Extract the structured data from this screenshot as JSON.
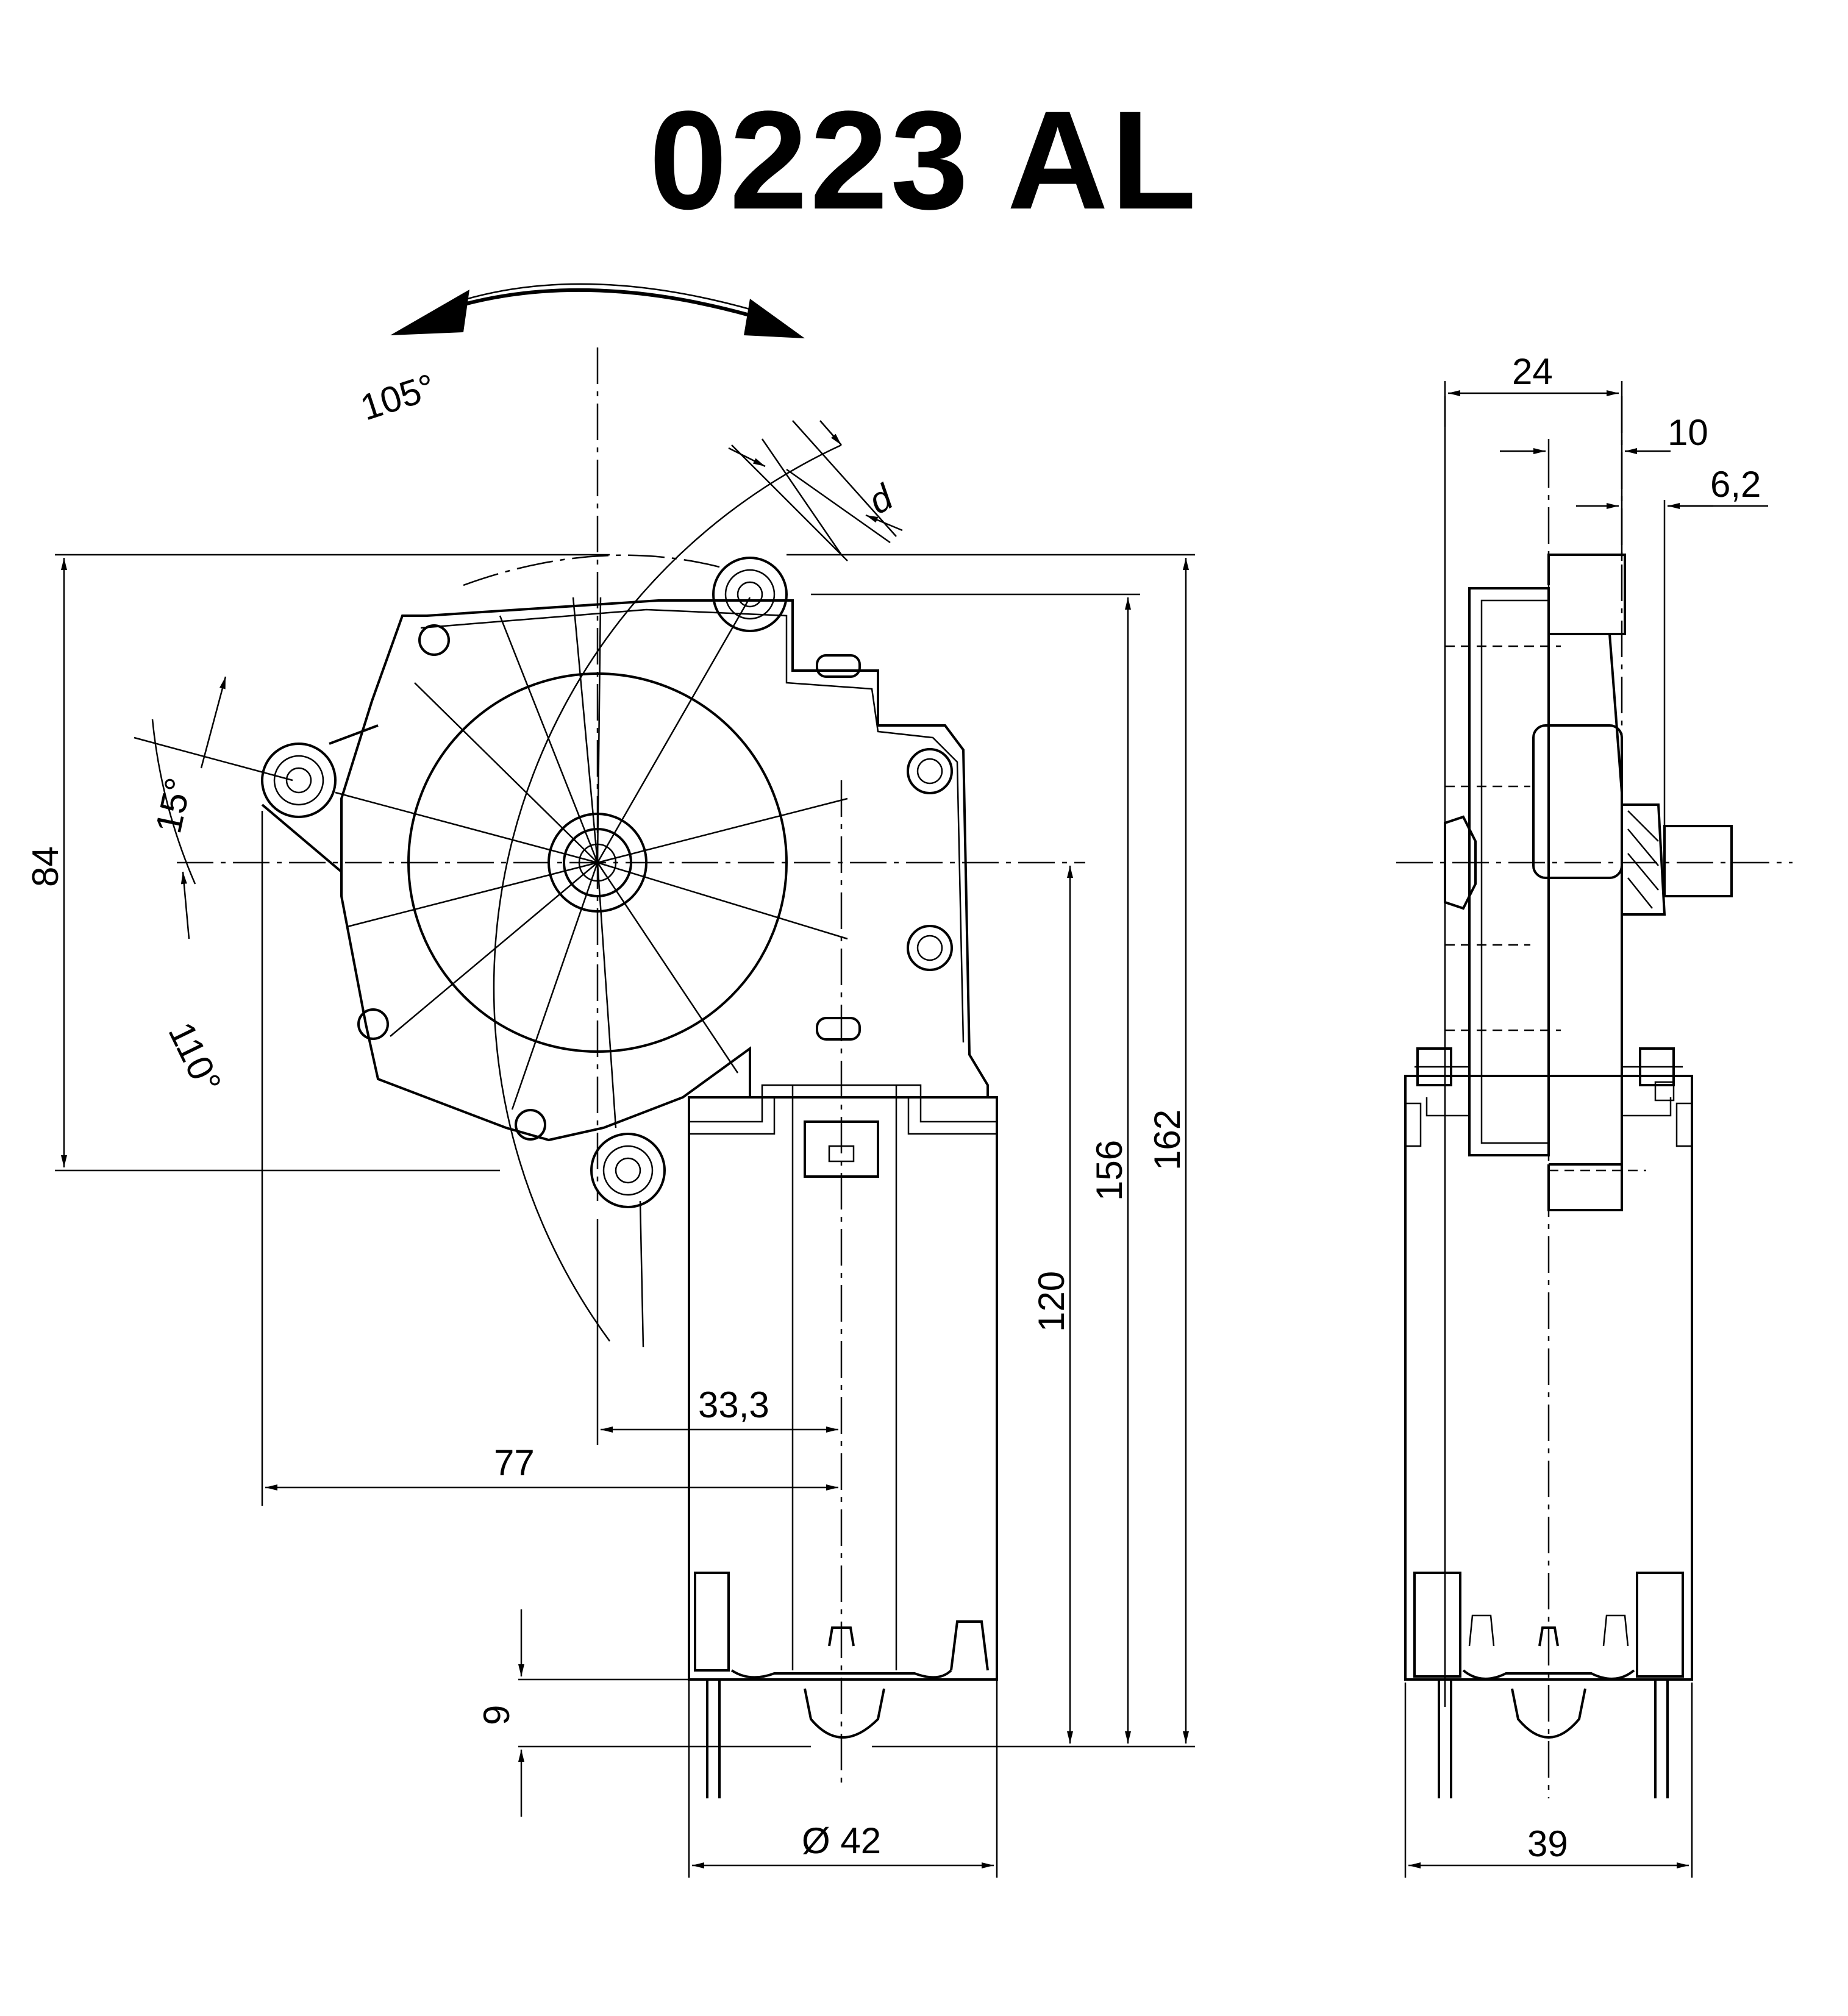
{
  "title": "0223 AL",
  "dimensions": {
    "angle_105": "105°",
    "diameter_d": "d",
    "angle_15": "15°",
    "angle_110": "110°",
    "height_84": "84",
    "height_156": "156",
    "height_162": "162",
    "height_120": "120",
    "width_33_3": "33,3",
    "width_77": "77",
    "height_9": "9",
    "diameter_42": "Ø 42",
    "side_24": "24",
    "side_10": "10",
    "side_6_2": "6,2",
    "side_39": "39"
  },
  "colors": {
    "ink": "#000000",
    "paper": "#ffffff"
  }
}
